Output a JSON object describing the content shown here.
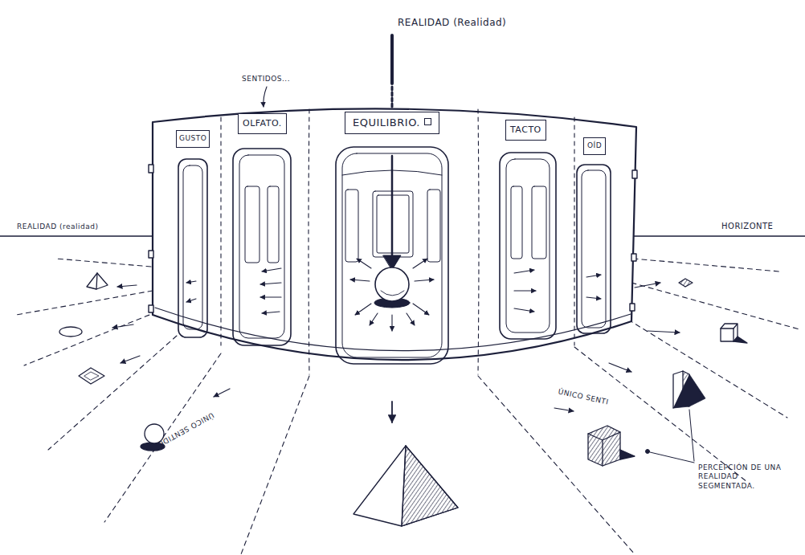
{
  "diagram": {
    "nodes": [
      {
        "text": [
          "GUSTO"
        ]
      },
      {
        "text": [
          "OLFATO."
        ]
      },
      {
        "text": [
          "EQUILIBRIO."
        ]
      },
      {
        "text": [
          "TACTO"
        ]
      },
      {
        "text": [
          "OÍD"
        ]
      }
    ],
    "labels": [
      "REALIDAD (Realidad)",
      "SENTIDOS...",
      "REALIDAD (realidad)",
      "HORIZONTE",
      "ÚNICO SENTIDO",
      "ÚNICO SENTI",
      "PERCEPCIÓN DE UNA REALIDAD SEGMENTADA."
    ]
  }
}
